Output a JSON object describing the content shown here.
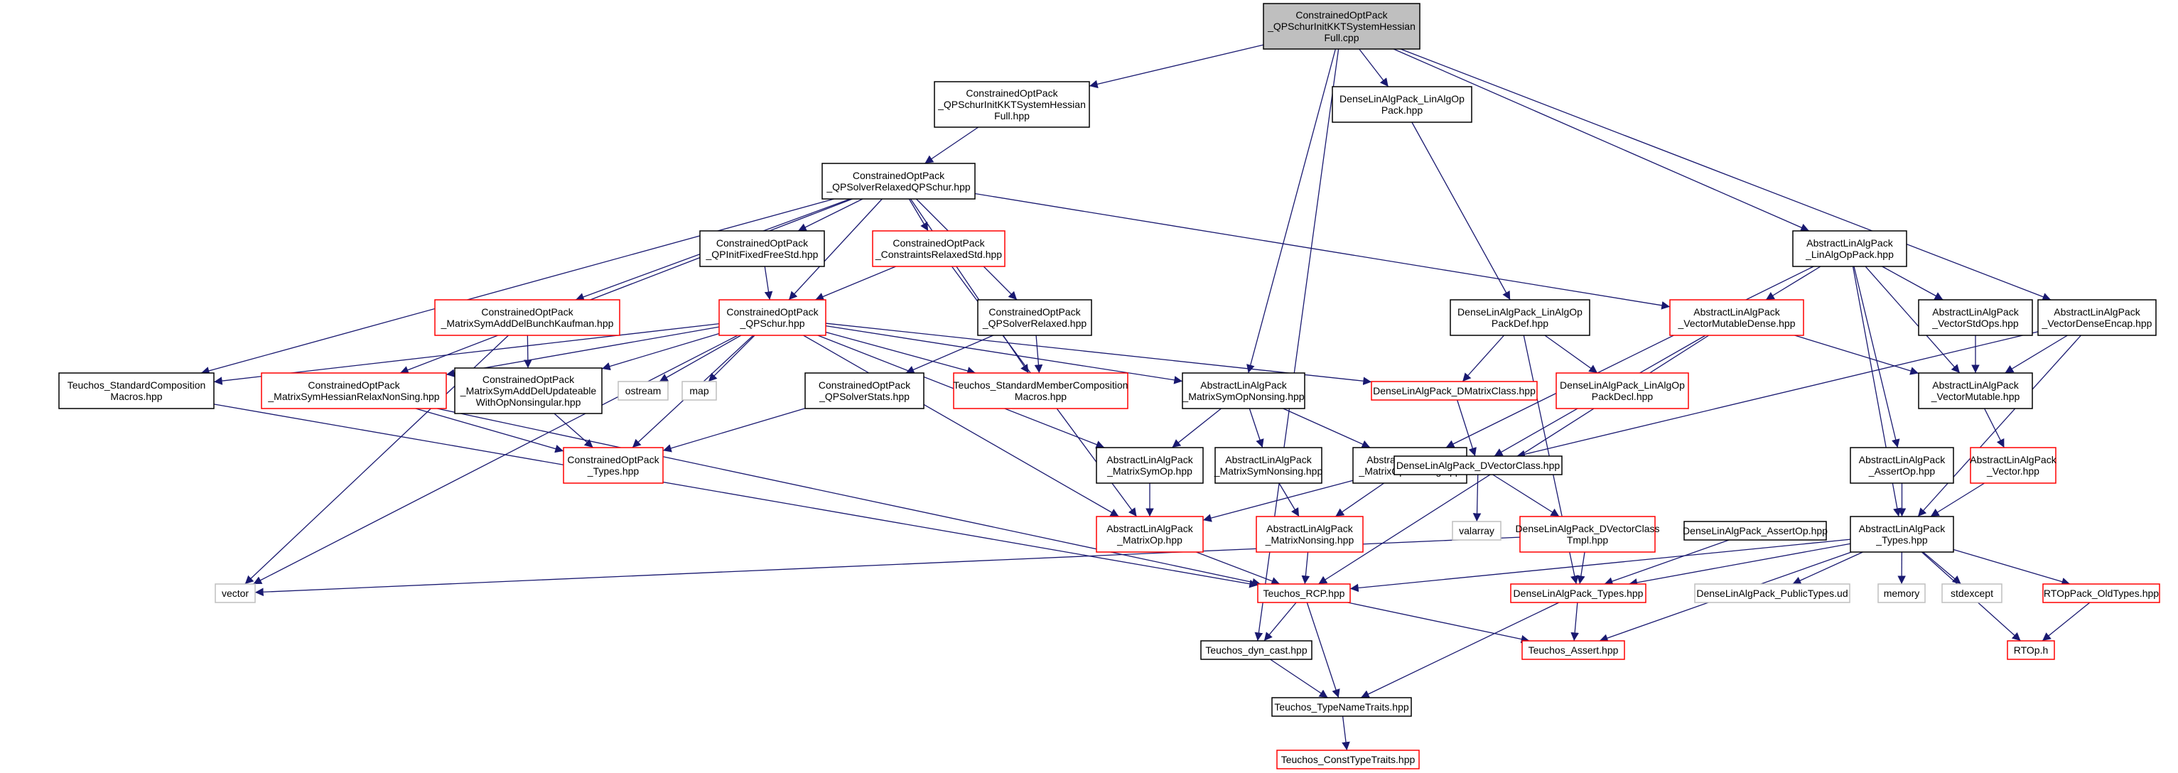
{
  "colors": {
    "edge": "#191970",
    "border_normal": "#000000",
    "border_truncated": "#ff0000",
    "border_external": "#bfbfbf",
    "fill_root": "#bfbfbf",
    "fill_normal": "#ffffff"
  },
  "nodes": [
    {
      "id": "root",
      "lines": [
        "ConstrainedOptPack",
        "_QPSchurInitKKTSystemHessian",
        "Full.cpp"
      ],
      "kind": "root"
    },
    {
      "id": "n_hess_hpp",
      "lines": [
        "ConstrainedOptPack",
        "_QPSchurInitKKTSystemHessian",
        "Full.hpp"
      ],
      "kind": "normal"
    },
    {
      "id": "n_linalgop",
      "lines": [
        "DenseLinAlgPack_LinAlgOp",
        "Pack.hpp"
      ],
      "kind": "normal"
    },
    {
      "id": "n_relaxedqps",
      "lines": [
        "ConstrainedOptPack",
        "_QPSolverRelaxedQPSchur.hpp"
      ],
      "kind": "normal"
    },
    {
      "id": "n_initfixed",
      "lines": [
        "ConstrainedOptPack",
        "_QPInitFixedFreeStd.hpp"
      ],
      "kind": "normal"
    },
    {
      "id": "n_constraints",
      "lines": [
        "ConstrainedOptPack",
        "_ConstraintsRelaxedStd.hpp"
      ],
      "kind": "truncated"
    },
    {
      "id": "n_abs_linalgop",
      "lines": [
        "AbstractLinAlgPack",
        "_LinAlgOpPack.hpp"
      ],
      "kind": "normal"
    },
    {
      "id": "n_bunch",
      "lines": [
        "ConstrainedOptPack",
        "_MatrixSymAddDelBunchKaufman.hpp"
      ],
      "kind": "truncated"
    },
    {
      "id": "n_qpschur",
      "lines": [
        "ConstrainedOptPack",
        "_QPSchur.hpp"
      ],
      "kind": "truncated"
    },
    {
      "id": "n_qpsolverrelaxed",
      "lines": [
        "ConstrainedOptPack",
        "_QPSolverRelaxed.hpp"
      ],
      "kind": "normal"
    },
    {
      "id": "n_linalgopdef",
      "lines": [
        "DenseLinAlgPack_LinAlgOp",
        "PackDef.hpp"
      ],
      "kind": "normal"
    },
    {
      "id": "n_vecmutdense",
      "lines": [
        "AbstractLinAlgPack",
        "_VectorMutableDense.hpp"
      ],
      "kind": "truncated"
    },
    {
      "id": "n_vecstdops",
      "lines": [
        "AbstractLinAlgPack",
        "_VectorStdOps.hpp"
      ],
      "kind": "normal"
    },
    {
      "id": "n_vecdenseencap",
      "lines": [
        "AbstractLinAlgPack",
        "_VectorDenseEncap.hpp"
      ],
      "kind": "normal"
    },
    {
      "id": "n_stdcomp",
      "lines": [
        "Teuchos_StandardComposition",
        "Macros.hpp"
      ],
      "kind": "normal"
    },
    {
      "id": "n_hessrelax",
      "lines": [
        "ConstrainedOptPack",
        "_MatrixSymHessianRelaxNonSing.hpp"
      ],
      "kind": "truncated"
    },
    {
      "id": "n_addupd",
      "lines": [
        "ConstrainedOptPack",
        "_MatrixSymAddDelUpdateable",
        "WithOpNonsingular.hpp"
      ],
      "kind": "normal"
    },
    {
      "id": "n_ostream",
      "lines": [
        "ostream"
      ],
      "kind": "external"
    },
    {
      "id": "n_map",
      "lines": [
        "map"
      ],
      "kind": "external"
    },
    {
      "id": "n_stats",
      "lines": [
        "ConstrainedOptPack",
        "_QPSolverStats.hpp"
      ],
      "kind": "normal"
    },
    {
      "id": "n_stdmember",
      "lines": [
        "Teuchos_StandardMemberComposition",
        "Macros.hpp"
      ],
      "kind": "truncated"
    },
    {
      "id": "n_symopnons",
      "lines": [
        "AbstractLinAlgPack",
        "_MatrixSymOpNonsing.hpp"
      ],
      "kind": "normal"
    },
    {
      "id": "n_dmatrix",
      "lines": [
        "DenseLinAlgPack_DMatrixClass.hpp"
      ],
      "kind": "truncated"
    },
    {
      "id": "n_linalgopdecl",
      "lines": [
        "DenseLinAlgPack_LinAlgOp",
        "PackDecl.hpp"
      ],
      "kind": "truncated"
    },
    {
      "id": "n_vecmut",
      "lines": [
        "AbstractLinAlgPack",
        "_VectorMutable.hpp"
      ],
      "kind": "normal"
    },
    {
      "id": "n_cop_types",
      "lines": [
        "ConstrainedOptPack",
        "_Types.hpp"
      ],
      "kind": "truncated"
    },
    {
      "id": "n_symop",
      "lines": [
        "AbstractLinAlgPack",
        "_MatrixSymOp.hpp"
      ],
      "kind": "normal"
    },
    {
      "id": "n_symnons",
      "lines": [
        "AbstractLinAlgPack",
        "_MatrixSymNonsing.hpp"
      ],
      "kind": "normal"
    },
    {
      "id": "n_opnons",
      "lines": [
        "AbstractLinAlgPack",
        "_MatrixOpNonsing.hpp"
      ],
      "kind": "normal"
    },
    {
      "id": "n_dvector",
      "lines": [
        "DenseLinAlgPack_DVectorClass.hpp"
      ],
      "kind": "normal"
    },
    {
      "id": "n_assertop",
      "lines": [
        "AbstractLinAlgPack",
        "_AssertOp.hpp"
      ],
      "kind": "normal"
    },
    {
      "id": "n_vector",
      "lines": [
        "AbstractLinAlgPack",
        "_Vector.hpp"
      ],
      "kind": "truncated"
    },
    {
      "id": "n_matrixop",
      "lines": [
        "AbstractLinAlgPack",
        "_MatrixOp.hpp"
      ],
      "kind": "truncated"
    },
    {
      "id": "n_matrixnons",
      "lines": [
        "AbstractLinAlgPack",
        "_MatrixNonsing.hpp"
      ],
      "kind": "truncated"
    },
    {
      "id": "n_valarray",
      "lines": [
        "valarray"
      ],
      "kind": "external"
    },
    {
      "id": "n_dvectmpl",
      "lines": [
        "DenseLinAlgPack_DVectorClass",
        "Tmpl.hpp"
      ],
      "kind": "truncated"
    },
    {
      "id": "n_dassertop",
      "lines": [
        "DenseLinAlgPack_AssertOp.hpp"
      ],
      "kind": "normal"
    },
    {
      "id": "n_abs_types",
      "lines": [
        "AbstractLinAlgPack",
        "_Types.hpp"
      ],
      "kind": "normal"
    },
    {
      "id": "n_vec",
      "lines": [
        "vector"
      ],
      "kind": "external"
    },
    {
      "id": "n_rcp",
      "lines": [
        "Teuchos_RCP.hpp"
      ],
      "kind": "truncated"
    },
    {
      "id": "n_dtypes",
      "lines": [
        "DenseLinAlgPack_Types.hpp"
      ],
      "kind": "truncated"
    },
    {
      "id": "n_pubtypes",
      "lines": [
        "DenseLinAlgPack_PublicTypes.ud"
      ],
      "kind": "external"
    },
    {
      "id": "n_memory",
      "lines": [
        "memory"
      ],
      "kind": "external"
    },
    {
      "id": "n_stdexcept",
      "lines": [
        "stdexcept"
      ],
      "kind": "external"
    },
    {
      "id": "n_oldtypes",
      "lines": [
        "RTOpPack_OldTypes.hpp"
      ],
      "kind": "truncated"
    },
    {
      "id": "n_dyncast",
      "lines": [
        "Teuchos_dyn_cast.hpp"
      ],
      "kind": "normal"
    },
    {
      "id": "n_assert",
      "lines": [
        "Teuchos_Assert.hpp"
      ],
      "kind": "truncated"
    },
    {
      "id": "n_rtop",
      "lines": [
        "RTOp.h"
      ],
      "kind": "truncated"
    },
    {
      "id": "n_typename",
      "lines": [
        "Teuchos_TypeNameTraits.hpp"
      ],
      "kind": "normal"
    },
    {
      "id": "n_consttype",
      "lines": [
        "Teuchos_ConstTypeTraits.hpp"
      ],
      "kind": "truncated"
    }
  ],
  "edges": [
    [
      "root",
      "n_hess_hpp"
    ],
    [
      "root",
      "n_linalgop"
    ],
    [
      "root",
      "n_abs_linalgop"
    ],
    [
      "root",
      "n_vecdenseencap"
    ],
    [
      "root",
      "n_symopnons"
    ],
    [
      "root",
      "n_dyncast"
    ],
    [
      "n_hess_hpp",
      "n_relaxedqps"
    ],
    [
      "n_linalgop",
      "n_linalgopdef"
    ],
    [
      "n_relaxedqps",
      "n_initfixed"
    ],
    [
      "n_relaxedqps",
      "n_constraints"
    ],
    [
      "n_relaxedqps",
      "n_bunch"
    ],
    [
      "n_relaxedqps",
      "n_qpschur"
    ],
    [
      "n_relaxedqps",
      "n_qpsolverrelaxed"
    ],
    [
      "n_relaxedqps",
      "n_stdcomp"
    ],
    [
      "n_relaxedqps",
      "n_hessrelax"
    ],
    [
      "n_relaxedqps",
      "n_vecmutdense"
    ],
    [
      "n_relaxedqps",
      "n_stdmember"
    ],
    [
      "n_initfixed",
      "n_qpschur"
    ],
    [
      "n_constraints",
      "n_qpschur"
    ],
    [
      "n_constraints",
      "n_matrixop"
    ],
    [
      "n_abs_linalgop",
      "n_vecmutdense"
    ],
    [
      "n_abs_linalgop",
      "n_vecstdops"
    ],
    [
      "n_abs_linalgop",
      "n_vecmut"
    ],
    [
      "n_abs_linalgop",
      "n_assertop"
    ],
    [
      "n_abs_linalgop",
      "n_abs_types"
    ],
    [
      "n_abs_linalgop",
      "n_opnons"
    ],
    [
      "n_bunch",
      "n_addupd"
    ],
    [
      "n_bunch",
      "n_vec"
    ],
    [
      "n_qpschur",
      "n_stdcomp"
    ],
    [
      "n_qpschur",
      "n_hessrelax"
    ],
    [
      "n_qpschur",
      "n_addupd"
    ],
    [
      "n_qpschur",
      "n_ostream"
    ],
    [
      "n_qpschur",
      "n_map"
    ],
    [
      "n_qpschur",
      "n_cop_types"
    ],
    [
      "n_qpschur",
      "n_symopnons"
    ],
    [
      "n_qpschur",
      "n_dmatrix"
    ],
    [
      "n_qpschur",
      "n_symop"
    ],
    [
      "n_qpschur",
      "n_matrixop"
    ],
    [
      "n_qpschur",
      "n_vec"
    ],
    [
      "n_qpschur",
      "n_stdmember"
    ],
    [
      "n_qpsolverrelaxed",
      "n_stats"
    ],
    [
      "n_qpsolverrelaxed",
      "n_stdmember"
    ],
    [
      "n_linalgopdef",
      "n_linalgopdecl"
    ],
    [
      "n_linalgopdef",
      "n_dmatrix"
    ],
    [
      "n_linalgopdef",
      "n_dtypes"
    ],
    [
      "n_vecmutdense",
      "n_vecmut"
    ],
    [
      "n_vecmutdense",
      "n_dvector"
    ],
    [
      "n_vecmutdense",
      "n_rcp"
    ],
    [
      "n_vecstdops",
      "n_vecmut"
    ],
    [
      "n_vecdenseencap",
      "n_vecmut"
    ],
    [
      "n_vecdenseencap",
      "n_dvector"
    ],
    [
      "n_vecdenseencap",
      "n_abs_types"
    ],
    [
      "n_stdcomp",
      "n_rcp"
    ],
    [
      "n_hessrelax",
      "n_cop_types"
    ],
    [
      "n_hessrelax",
      "n_rcp"
    ],
    [
      "n_addupd",
      "n_cop_types"
    ],
    [
      "n_stats",
      "n_cop_types"
    ],
    [
      "n_symopnons",
      "n_symop"
    ],
    [
      "n_symopnons",
      "n_symnons"
    ],
    [
      "n_symopnons",
      "n_opnons"
    ],
    [
      "n_dmatrix",
      "n_dvector"
    ],
    [
      "n_vecmut",
      "n_vector"
    ],
    [
      "n_symop",
      "n_matrixop"
    ],
    [
      "n_symnons",
      "n_matrixnons"
    ],
    [
      "n_opnons",
      "n_matrixop"
    ],
    [
      "n_opnons",
      "n_matrixnons"
    ],
    [
      "n_dvector",
      "n_valarray"
    ],
    [
      "n_dvector",
      "n_dvectmpl"
    ],
    [
      "n_assertop",
      "n_abs_types"
    ],
    [
      "n_vector",
      "n_abs_types"
    ],
    [
      "n_matrixop",
      "n_rcp"
    ],
    [
      "n_matrixnons",
      "n_rcp"
    ],
    [
      "n_dvectmpl",
      "n_dtypes"
    ],
    [
      "n_dvectmpl",
      "n_vec"
    ],
    [
      "n_dassertop",
      "n_dtypes"
    ],
    [
      "n_abs_types",
      "n_rcp"
    ],
    [
      "n_abs_types",
      "n_dtypes"
    ],
    [
      "n_abs_types",
      "n_pubtypes"
    ],
    [
      "n_abs_types",
      "n_memory"
    ],
    [
      "n_abs_types",
      "n_stdexcept"
    ],
    [
      "n_abs_types",
      "n_oldtypes"
    ],
    [
      "n_abs_types",
      "n_rtop"
    ],
    [
      "n_abs_types",
      "n_assert"
    ],
    [
      "n_rcp",
      "n_dyncast"
    ],
    [
      "n_rcp",
      "n_assert"
    ],
    [
      "n_rcp",
      "n_typename"
    ],
    [
      "n_dtypes",
      "n_assert"
    ],
    [
      "n_dtypes",
      "n_typename"
    ],
    [
      "n_oldtypes",
      "n_rtop"
    ],
    [
      "n_dyncast",
      "n_typename"
    ],
    [
      "n_typename",
      "n_consttype"
    ]
  ]
}
